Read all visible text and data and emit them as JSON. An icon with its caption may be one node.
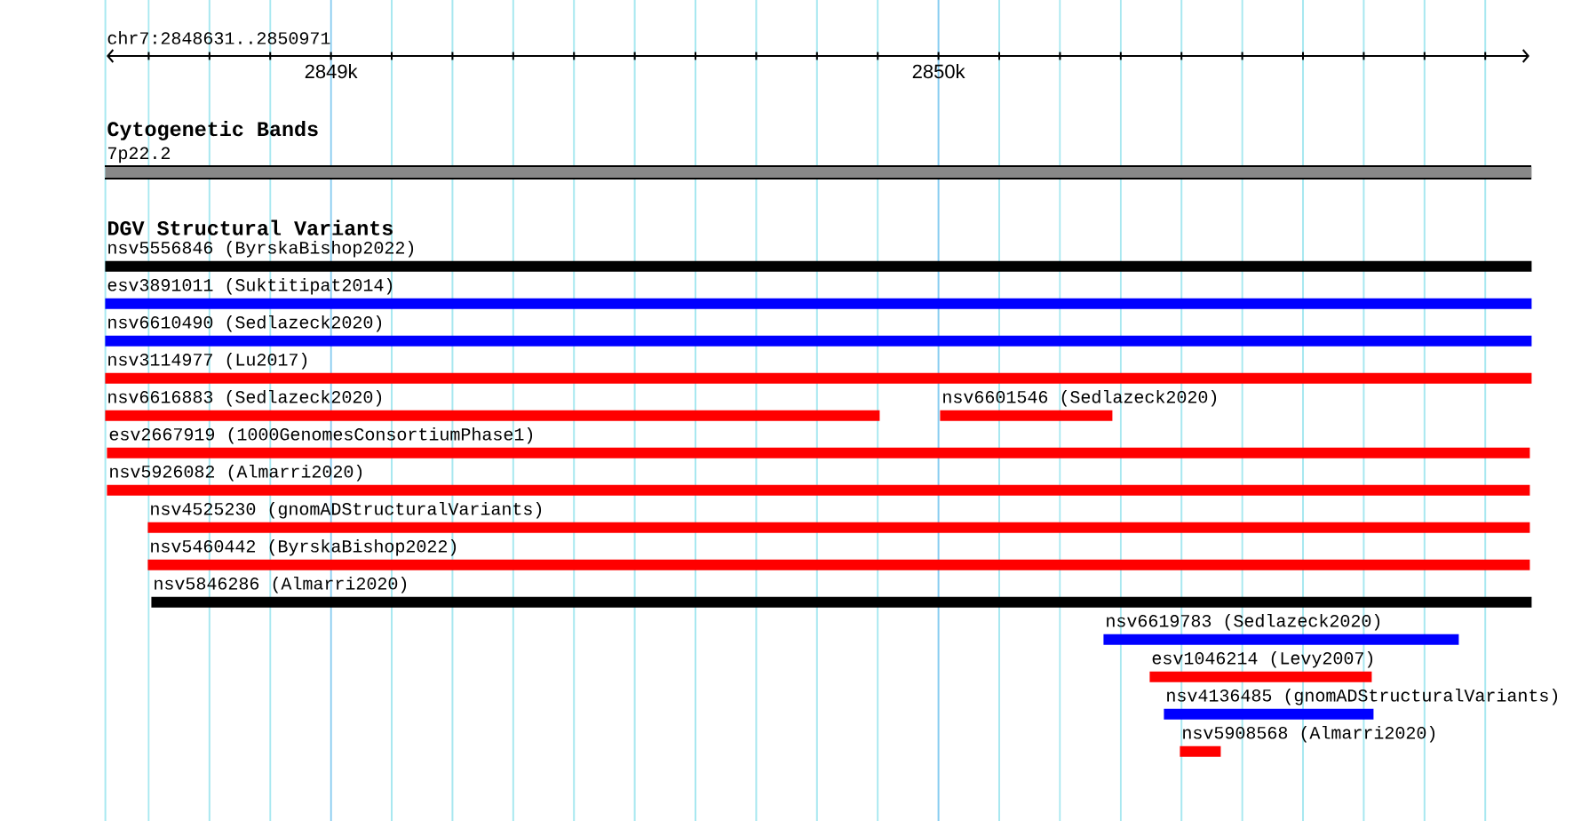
{
  "diagram": {
    "nodes": [
      {
        "text": [
          "7p22.2"
        ]
      },
      {
        "text": [
          "nsv5556846 (ByrskaBishop2022)"
        ]
      },
      {
        "text": [
          "esv3891011 (Suktitipat2014)"
        ]
      },
      {
        "text": [
          "nsv6610490 (Sedlazeck2020)"
        ]
      },
      {
        "text": [
          "nsv3114977 (Lu2017)"
        ]
      },
      {
        "text": [
          "nsv6616883 (Sedlazeck2020)"
        ]
      },
      {
        "text": [
          "nsv6601546 (Sedlazeck2020)"
        ]
      },
      {
        "text": [
          "esv2667919 (1000GenomesConsortiumPhase1)"
        ]
      },
      {
        "text": [
          "nsv5926082 (Almarri2020)"
        ]
      },
      {
        "text": [
          "nsv4525230 (gnomADStructuralVariants)"
        ]
      },
      {
        "text": [
          "nsv5460442 (ByrskaBishop2022)"
        ]
      },
      {
        "text": [
          "nsv5846286 (Almarri2020)"
        ]
      },
      {
        "text": [
          "nsv6619783 (Sedlazeck2020)"
        ]
      },
      {
        "text": [
          "esv1046214 (Levy2007)"
        ]
      },
      {
        "text": [
          "nsv4136485 (gnomADStructuralVariants)"
        ]
      },
      {
        "text": [
          "nsv5908568 (Almarri2020)"
        ]
      }
    ],
    "labels": [
      "chr7:2848631..2850971",
      "2849k",
      "2850k",
      "Cytogenetic Bands",
      "DGV Structural Variants"
    ]
  }
}
